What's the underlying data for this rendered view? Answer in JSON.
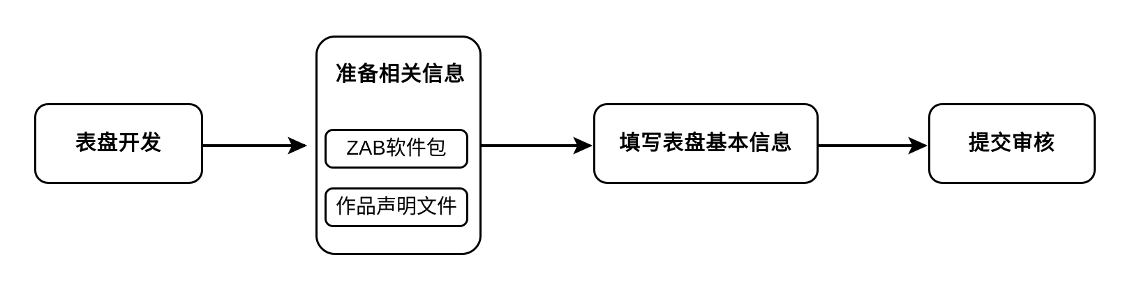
{
  "diagram": {
    "title": "",
    "background_color": "#ffffff",
    "stroke_color": "#000000",
    "text_color": "#000000",
    "orientation": "left-to-right",
    "nodes": [
      {
        "id": "step-1",
        "label": "表盘开发",
        "shape": "rounded-rectangle",
        "bold": true
      },
      {
        "id": "group-prepare",
        "label": "准备相关信息",
        "shape": "rounded-rectangle-container",
        "bold": true,
        "children": [
          {
            "id": "sub-zab",
            "label": "ZAB软件包",
            "shape": "rounded-rectangle",
            "bold": false
          },
          {
            "id": "sub-statement",
            "label": "作品声明文件",
            "shape": "rounded-rectangle",
            "bold": false
          }
        ]
      },
      {
        "id": "step-3",
        "label": "填写表盘基本信息",
        "shape": "rounded-rectangle",
        "bold": true
      },
      {
        "id": "step-4",
        "label": "提交审核",
        "shape": "rounded-rectangle",
        "bold": true
      }
    ],
    "edges": [
      {
        "id": "edge-1",
        "from": "step-1",
        "to": "group-prepare",
        "label": "",
        "arrow": "single"
      },
      {
        "id": "edge-2",
        "from": "group-prepare",
        "to": "step-3",
        "label": "",
        "arrow": "single"
      },
      {
        "id": "edge-3",
        "from": "step-3",
        "to": "step-4",
        "label": "",
        "arrow": "single"
      }
    ]
  }
}
